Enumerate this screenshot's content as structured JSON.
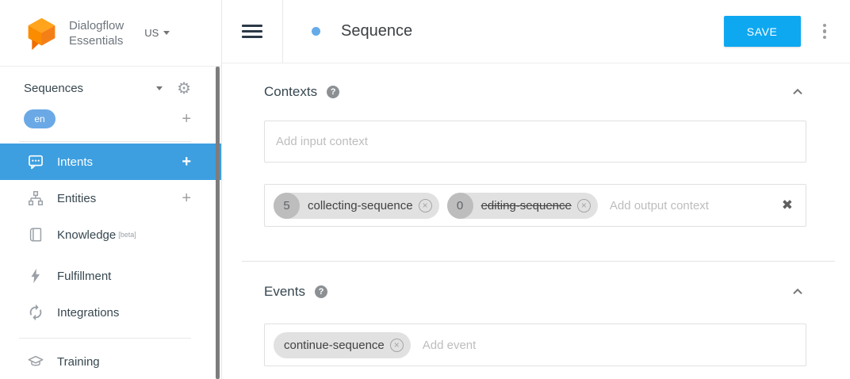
{
  "app": {
    "logo_line1": "Dialogflow",
    "logo_line2": "Essentials",
    "region": "US"
  },
  "sidebar": {
    "agent_name": "Sequences",
    "language": "en",
    "add_language": "+",
    "items": {
      "intents": {
        "label": "Intents",
        "add": "+"
      },
      "entities": {
        "label": "Entities",
        "add": "+"
      },
      "knowledge": {
        "label": "Knowledge",
        "beta": "[beta]"
      },
      "fulfillment": {
        "label": "Fulfillment"
      },
      "integrations": {
        "label": "Integrations"
      },
      "training": {
        "label": "Training"
      }
    }
  },
  "header": {
    "title": "Sequence",
    "save": "SAVE"
  },
  "sections": {
    "contexts": {
      "heading": "Contexts",
      "input_placeholder": "Add input context",
      "output_placeholder": "Add output context",
      "output_chips": [
        {
          "lifespan": "5",
          "name": "collecting-sequence"
        },
        {
          "lifespan": "0",
          "name": "editing-sequence"
        }
      ]
    },
    "events": {
      "heading": "Events",
      "placeholder": "Add event",
      "chips": [
        {
          "name": "continue-sequence"
        }
      ]
    }
  },
  "icons": {
    "gear": "⚙",
    "help": "?",
    "remove": "×",
    "clear": "✖"
  },
  "colors": {
    "accent": "#0ea8f1",
    "selected_item": "#3d9fe0",
    "language_badge": "#6aa9e6",
    "title_dot": "#66abe8"
  }
}
